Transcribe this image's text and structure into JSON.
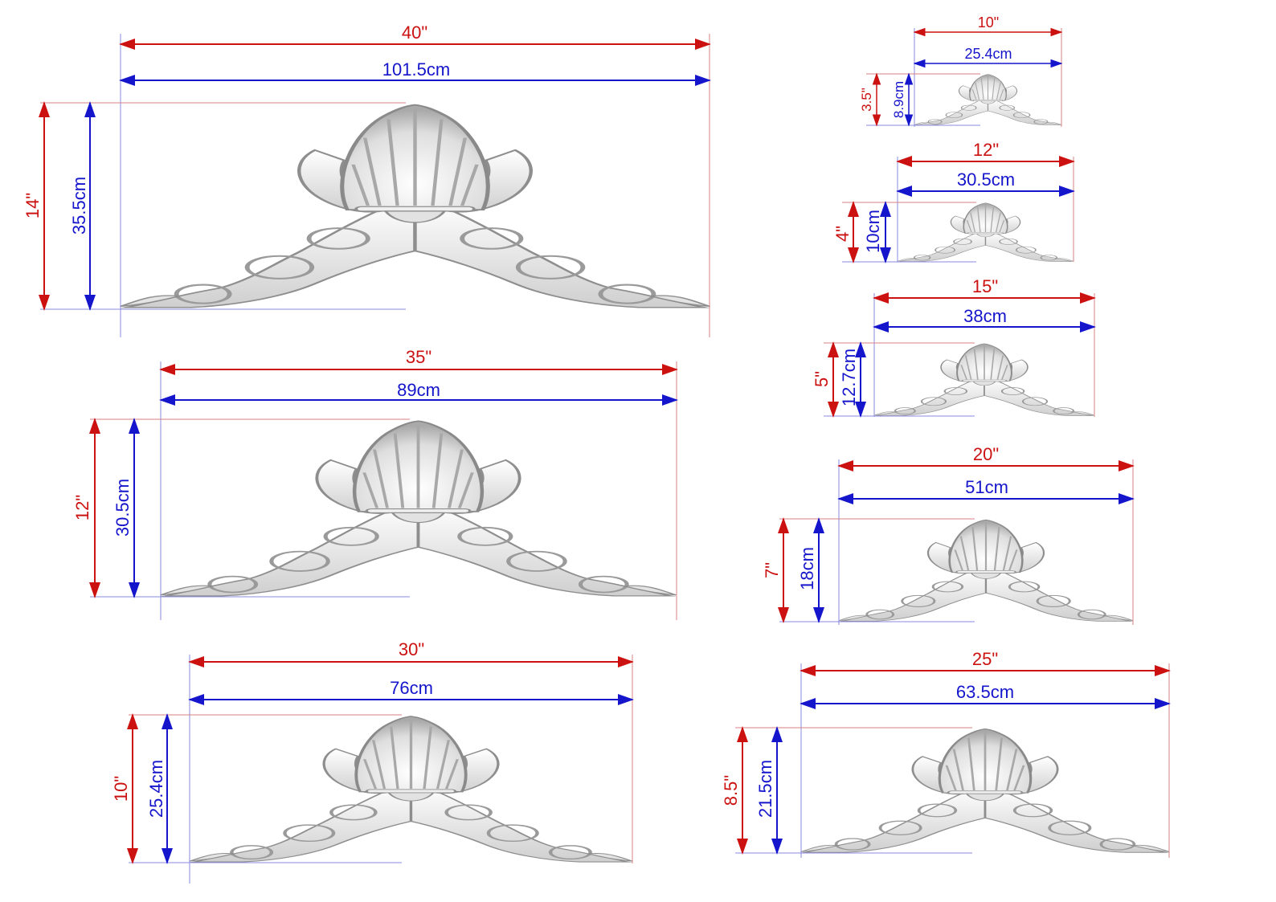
{
  "colors": {
    "inch": "#cc1111",
    "cm": "#1515cc",
    "guide_inch": "#d98080",
    "guide_cm": "#8a8ae0",
    "ornament_fill": "#f1f1f1",
    "ornament_stroke": "#8e8e8e",
    "ornament_shade": "#c9c9c9"
  },
  "ornaments": [
    {
      "id": "40in",
      "width_in": "40\"",
      "width_cm": "101.5cm",
      "height_in": "14\"",
      "height_cm": "35.5cm"
    },
    {
      "id": "35in",
      "width_in": "35\"",
      "width_cm": "89cm",
      "height_in": "12\"",
      "height_cm": "30.5cm"
    },
    {
      "id": "30in",
      "width_in": "30\"",
      "width_cm": "76cm",
      "height_in": "10\"",
      "height_cm": "25.4cm"
    },
    {
      "id": "10in",
      "width_in": "10\"",
      "width_cm": "25.4cm",
      "height_in": "3.5\"",
      "height_cm": "8.9cm"
    },
    {
      "id": "12in",
      "width_in": "12\"",
      "width_cm": "30.5cm",
      "height_in": "4\"",
      "height_cm": "10cm"
    },
    {
      "id": "15in",
      "width_in": "15\"",
      "width_cm": "38cm",
      "height_in": "5\"",
      "height_cm": "12.7cm"
    },
    {
      "id": "20in",
      "width_in": "20\"",
      "width_cm": "51cm",
      "height_in": "7\"",
      "height_cm": "18cm"
    },
    {
      "id": "25in",
      "width_in": "25\"",
      "width_cm": "63.5cm",
      "height_in": "8.5\"",
      "height_cm": "21.5cm"
    }
  ]
}
